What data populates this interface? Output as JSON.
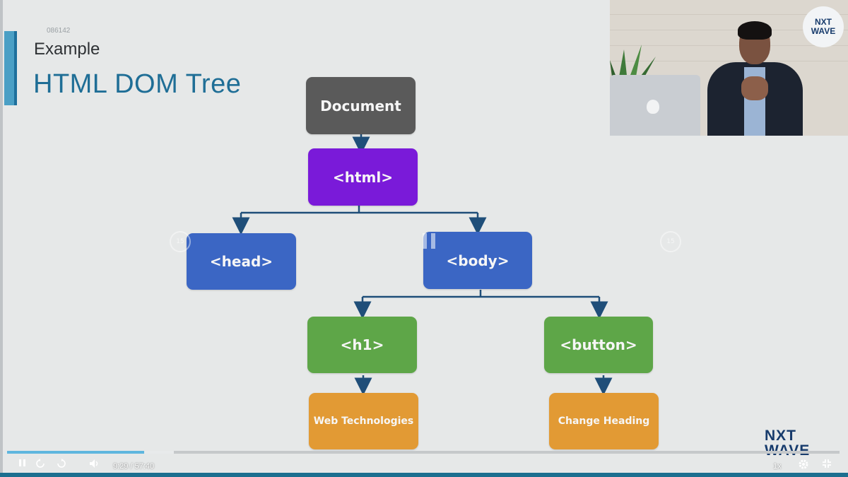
{
  "slide": {
    "watermark": "086142",
    "subtitle": "Example",
    "title": "HTML DOM Tree"
  },
  "tree": {
    "document": "Document",
    "html": "<html>",
    "head": "<head>",
    "body": "<body>",
    "h1": "<h1>",
    "button": "<button>",
    "h1_text": "Web Technologies",
    "button_text": "Change Heading"
  },
  "colors": {
    "document": "#5a5a5a",
    "html": "#7a1ad9",
    "blue": "#3b66c4",
    "green": "#5ea648",
    "orange": "#e29a34",
    "connector": "#1f4e79"
  },
  "overlay": {
    "rewind_label": "15",
    "forward_label": "15"
  },
  "logo": {
    "line1": "NXT",
    "line2": "WAVE"
  },
  "player": {
    "current_time": "9:29",
    "separator": "/",
    "duration": "57:40",
    "speed": "1x",
    "progress": 0.165,
    "buffered": 0.2
  },
  "icons": [
    "pause-icon",
    "rewind-icon",
    "forward-icon",
    "volume-icon",
    "settings-icon",
    "exit-fullscreen-icon"
  ]
}
